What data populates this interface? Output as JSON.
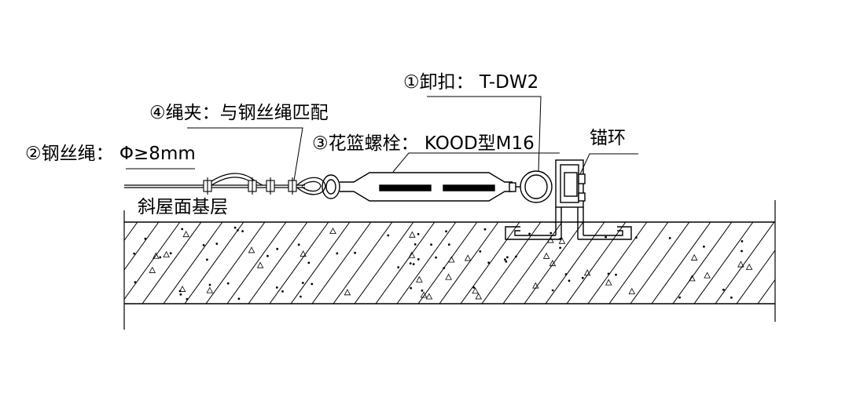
{
  "labels": {
    "shackle": "①卸扣： T-DW2",
    "rope_clamp": "④绳夹：与钢丝绳匹配",
    "turnbuckle": "③花篮螺栓： KOOD型M16",
    "anchor_ring": "锚环",
    "steel_rope": "②钢丝绳： Φ≥8mm",
    "base_layer": "斜屋面基层"
  },
  "colors": {
    "line": "#000000",
    "background": "#ffffff"
  }
}
